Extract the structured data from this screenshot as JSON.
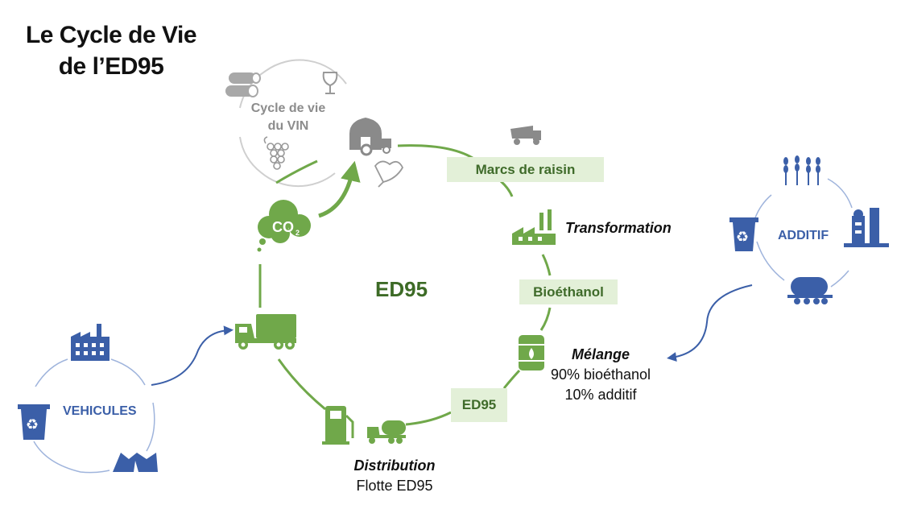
{
  "title": {
    "line1": "Le Cycle de Vie",
    "line2": "de l’ED95"
  },
  "wine_cycle": {
    "line1": "Cycle de vie",
    "line2": "du VIN"
  },
  "center_label": "ED95",
  "tags": {
    "marcs": "Marcs de raisin",
    "bioethanol": "Bioéthanol",
    "ed95": "ED95"
  },
  "steps": {
    "transformation": "Transformation",
    "melange": {
      "title": "Mélange",
      "line1": "90% bioéthanol",
      "line2": "10% additif"
    },
    "distribution": {
      "title": "Distribution",
      "line1": "Flotte ED95"
    },
    "co2": "CO",
    "co2_sub": "2"
  },
  "side_cycles": {
    "additif": "ADDITIF",
    "vehicules": "VEHICULES"
  },
  "icons": {
    "wine": [
      "barrels-icon",
      "wine-glass-icon",
      "grapes-icon"
    ],
    "main": [
      "farm-tractor-icon",
      "grape-leaf-icon",
      "dump-truck-icon",
      "factory-icon",
      "fuel-barrel-icon",
      "fuel-pump-icon",
      "tanker-truck-icon",
      "truck-icon",
      "co2-cloud-icon"
    ],
    "additif": [
      "wheat-icon",
      "refinery-icon",
      "tanker-wagon-icon",
      "recycle-bin-icon"
    ],
    "vehicules": [
      "factory-icon",
      "road-icon",
      "recycle-bin-icon"
    ]
  },
  "colors": {
    "green": "#70a84a",
    "dark_green": "#3d6b26",
    "tag_bg": "#e3f0d8",
    "blue": "#3b5fa8",
    "light_blue": "#9fb4dc",
    "grey": "#8c8c8c",
    "light_grey": "#c8c8c8"
  }
}
